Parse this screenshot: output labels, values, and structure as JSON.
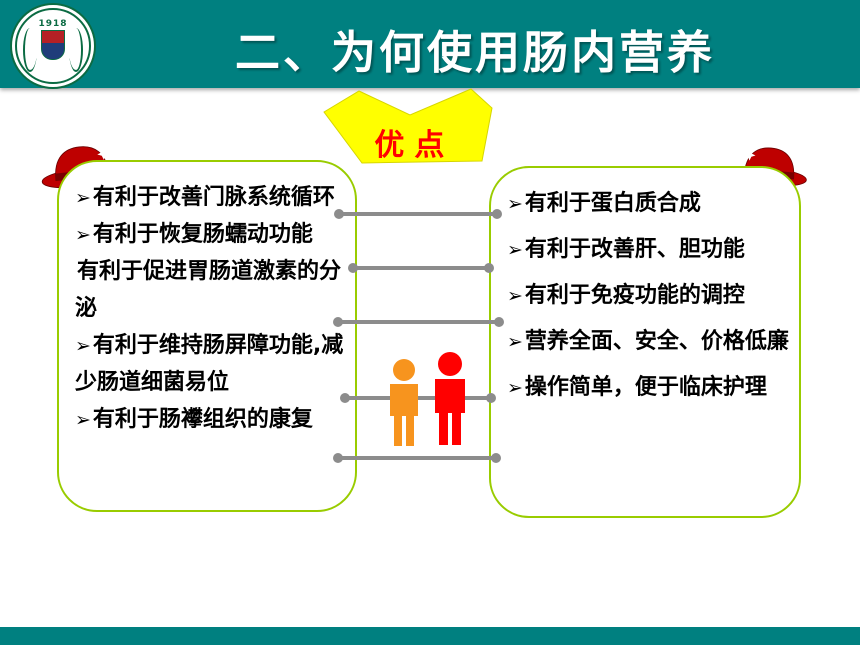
{
  "colors": {
    "teal": "#008080",
    "banner-yellow": "#FFFF00",
    "banner-text": "#FF0000",
    "panel-border": "#99CC00",
    "hat-red": "#BE0000",
    "hat-dark": "#7A0000",
    "person-orange": "#F7941E",
    "person-red": "#FF0000",
    "connector-gray": "#8C8C8C"
  },
  "header": {
    "title": "二、为何使用肠内营养"
  },
  "logo": {
    "year": "1918"
  },
  "banner": {
    "label": "优点"
  },
  "left_panel": {
    "items": [
      {
        "marker": "➢",
        "text": "有利于改善门脉系统循环"
      },
      {
        "marker": "➢",
        "text": "有利于恢复肠蠕动功能"
      },
      {
        "marker": "",
        "text": "有利于促进胃肠道激素的分泌"
      },
      {
        "marker": "➢",
        "text": "有利于维持肠屏障功能,减少肠道细菌易位"
      },
      {
        "marker": "➢",
        "text": "有利于肠襻组织的康复"
      }
    ]
  },
  "right_panel": {
    "items": [
      {
        "marker": "➢",
        "text": "有利于蛋白质合成"
      },
      {
        "marker": "➢",
        "text": "有利于改善肝、胆功能"
      },
      {
        "marker": "➢",
        "text": "有利于免疫功能的调控"
      },
      {
        "marker": "➢",
        "text": "营养全面、安全、价格低廉"
      },
      {
        "marker": "➢",
        "text": "操作简单，便于临床护理"
      }
    ]
  }
}
